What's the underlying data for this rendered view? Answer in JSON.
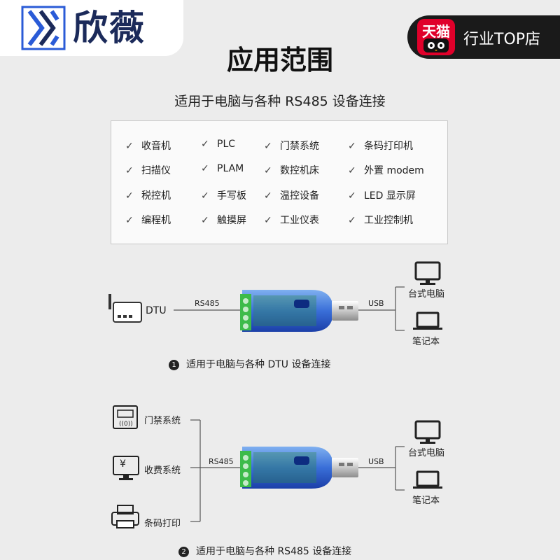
{
  "brand": {
    "name": "欣薇"
  },
  "store": {
    "badge": "天猫",
    "label": "行业TOP店"
  },
  "section": {
    "title": "应用范围",
    "subtitle": "适用于电脑与各种 RS485 设备连接"
  },
  "applications": [
    [
      "收音机",
      "PLC",
      "门禁系统",
      "条码打印机"
    ],
    [
      "扫描仪",
      "PLAM",
      "数控机床",
      "外置 modem"
    ],
    [
      "税控机",
      "手写板",
      "温控设备",
      "LED 显示屏"
    ],
    [
      "编程机",
      "触摸屏",
      "工业仪表",
      "工业控制机"
    ]
  ],
  "check_glyph": "✓",
  "diagram1": {
    "device": "DTU",
    "bus": "RS485",
    "usb": "USB",
    "targets": [
      "台式电脑",
      "笔记本"
    ],
    "number": "1",
    "caption": "适用于电脑与各种  DTU 设备连接"
  },
  "diagram2": {
    "devices": [
      "门禁系统",
      "收费系统",
      "条码打印"
    ],
    "yen": "¥",
    "bus": "RS485",
    "usb": "USB",
    "targets": [
      "台式电脑",
      "笔记本"
    ],
    "number": "2",
    "caption": "适用于电脑与各种 RS485 设备连接"
  },
  "colors": {
    "accent": "#2f6fd6",
    "terminal": "#3dbb4a",
    "dark": "#1a1a1a",
    "tmall_red": "#e0002a"
  }
}
